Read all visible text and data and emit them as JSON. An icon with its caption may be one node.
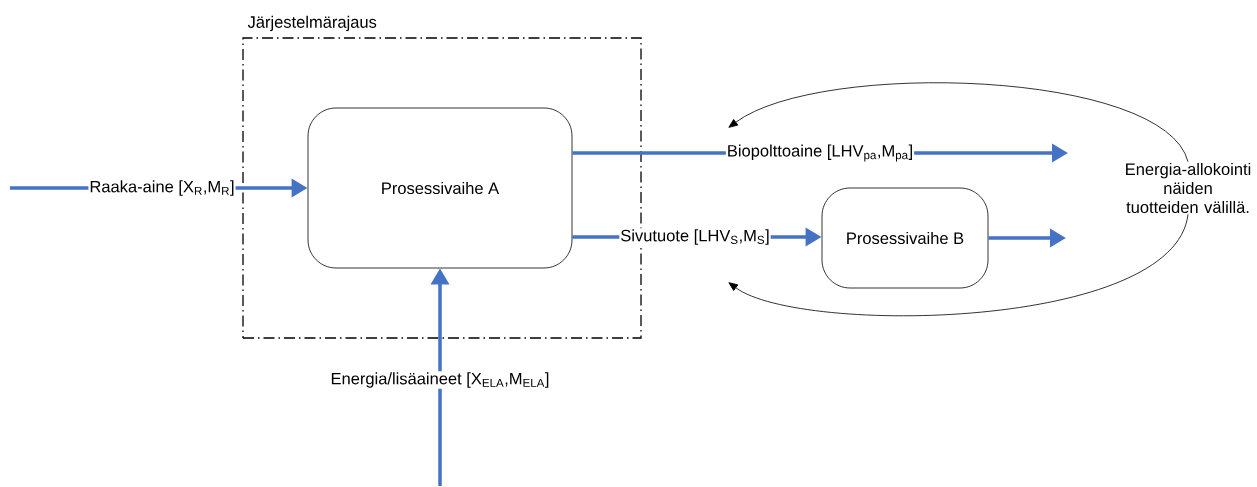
{
  "diagram": {
    "nodes": [
      {
        "text": [
          "Järjestelmärajaus"
        ]
      },
      {
        "text": [
          "Prosessivaihe A"
        ],
        "in": 0
      },
      {
        "text": [
          "Prosessivaihe B"
        ]
      },
      {
        "text": [
          "Energia-allokointi näiden tuotteiden välillä."
        ]
      }
    ],
    "edges": [
      {
        "from": null,
        "to": 1,
        "arrow": "to",
        "label": "Raaka-aine [X$_{R}$,M$_{R}$]"
      },
      {
        "from": 1,
        "to": null,
        "arrow": "to",
        "label": "Biopolttoaine [LHV$_{pa}$,M$_{pa}$]"
      },
      {
        "from": 1,
        "to": 2,
        "arrow": "to",
        "label": "Sivutuote [LHV$_{S}$,M$_{S}$]"
      },
      {
        "from": 2,
        "to": null,
        "arrow": "to"
      },
      {
        "from": null,
        "to": 1,
        "arrow": "to",
        "label": "Energia/lisäaineet [X$_{ELA}$,M$_{ELA}$]"
      },
      {
        "from": 3,
        "to": null,
        "arrow": "to",
        "color": "#000000"
      },
      {
        "from": 3,
        "to": null,
        "arrow": "to",
        "color": "#000000"
      }
    ]
  }
}
